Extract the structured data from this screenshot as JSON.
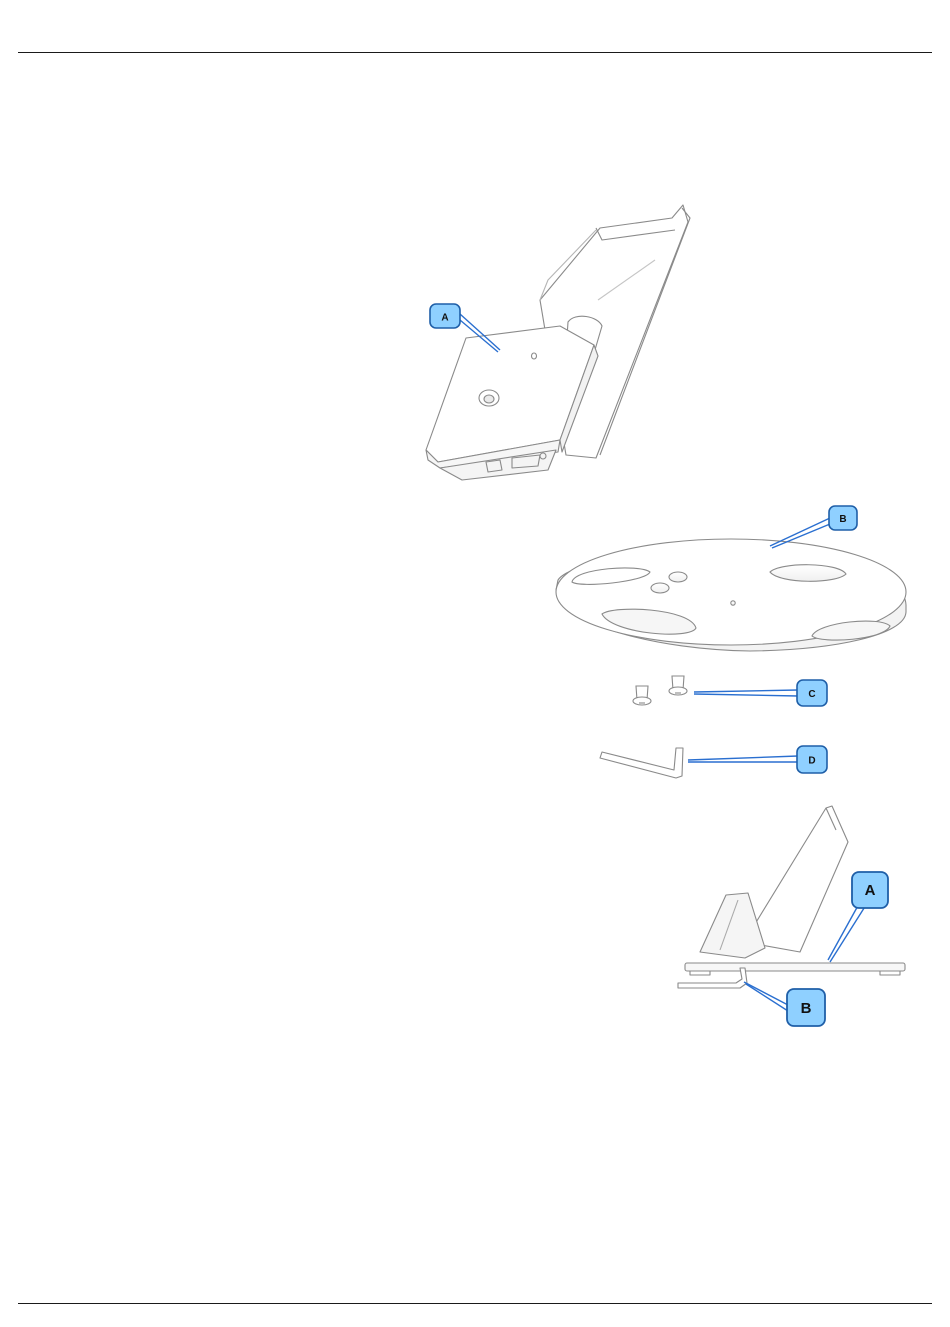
{
  "callouts": {
    "fig1_a": "A",
    "fig2_b": "B",
    "fig2_c": "C",
    "fig2_d": "D",
    "fig3_a": "A",
    "fig3_b": "B"
  },
  "colors": {
    "callout_fill": "#8fd0ff",
    "callout_stroke": "#1f5fa8",
    "leader": "#2a6fd0",
    "part_outline": "#8a8a8a"
  }
}
